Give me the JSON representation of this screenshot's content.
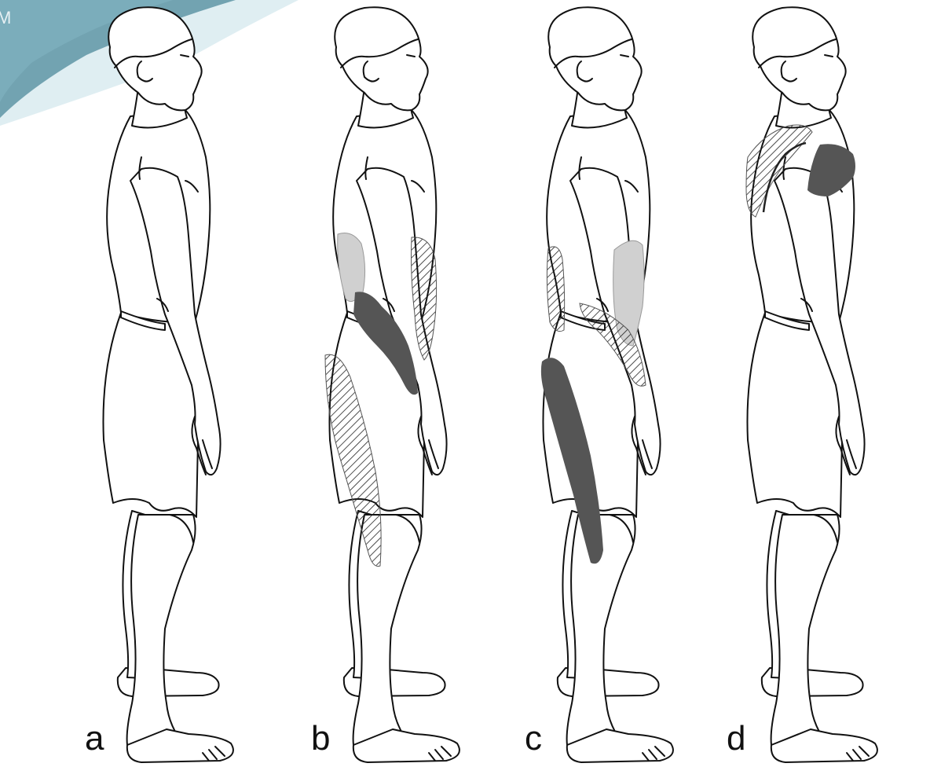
{
  "slide": {
    "corner_text": "M"
  },
  "panels": [
    {
      "label": "a",
      "pattern": "none"
    },
    {
      "label": "b",
      "pattern": "lumbar-hip-lateral-thigh"
    },
    {
      "label": "c",
      "pattern": "lumbar-abdomen-posterior-thigh"
    },
    {
      "label": "d",
      "pattern": "thoracic-scapular-pectoral"
    }
  ],
  "colors": {
    "outline": "#111111",
    "dark_fill": "#555555",
    "light_fill": "#d0d0d0",
    "hatch": "#222222",
    "corner_accent": "#5f95a6"
  }
}
